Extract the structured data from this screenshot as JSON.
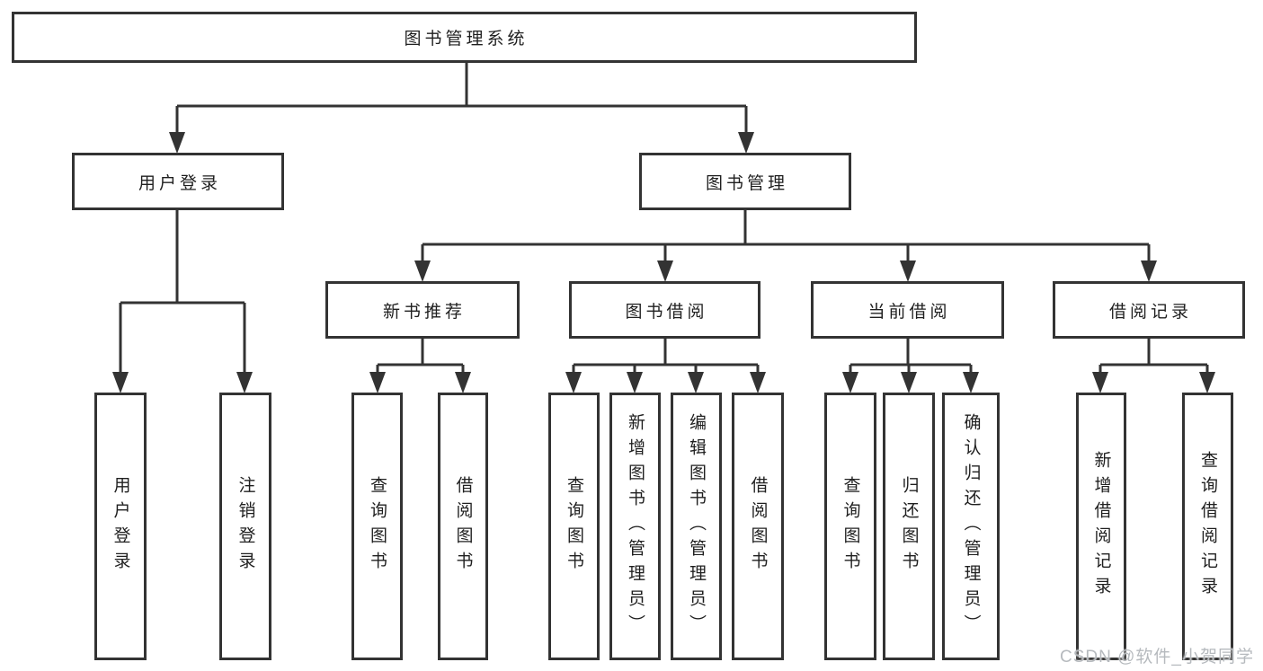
{
  "diagram": {
    "colors": {
      "line": "#333333",
      "box_border": "#333333",
      "text": "#1f1f1f",
      "watermark": "#b6babe",
      "background": "#ffffff"
    },
    "tree": {
      "root": {
        "label": "图书管理系统",
        "children": [
          {
            "label": "用户登录",
            "children": [
              {
                "label": "用户登录"
              },
              {
                "label": "注销登录"
              }
            ]
          },
          {
            "label": "图书管理",
            "children": [
              {
                "label": "新书推荐",
                "children": [
                  {
                    "label": "查询图书"
                  },
                  {
                    "label": "借阅图书"
                  }
                ]
              },
              {
                "label": "图书借阅",
                "children": [
                  {
                    "label": "查询图书"
                  },
                  {
                    "label": "新增图书（管理员）"
                  },
                  {
                    "label": "编辑图书（管理员）"
                  },
                  {
                    "label": "借阅图书"
                  }
                ]
              },
              {
                "label": "当前借阅",
                "children": [
                  {
                    "label": "查询图书"
                  },
                  {
                    "label": "归还图书"
                  },
                  {
                    "label": "确认归还（管理员）"
                  }
                ]
              },
              {
                "label": "借阅记录",
                "children": [
                  {
                    "label": "新增借阅记录"
                  },
                  {
                    "label": "查询借阅记录"
                  }
                ]
              }
            ]
          }
        ]
      }
    },
    "watermark": "CSDN @软件_小贺同学"
  }
}
